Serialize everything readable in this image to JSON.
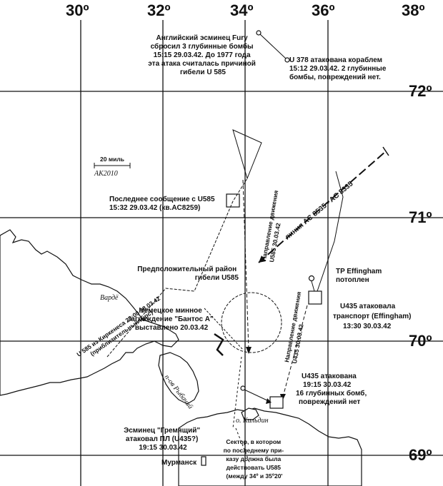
{
  "grid": {
    "longitudes": [
      "30º",
      "32º",
      "34º",
      "36º",
      "38º"
    ],
    "latitudes": [
      "72º",
      "71º",
      "70º",
      "69º"
    ]
  },
  "scale": {
    "label": "20 миль",
    "signature": "АК2010"
  },
  "labels": {
    "fury": [
      "Английский эсминец Fury",
      "сбросил 3 глубинные бомбы",
      "15:15 29.03.42. До 1977 года",
      "эта атака считалась причиной",
      "гибели U 585"
    ],
    "u378": [
      "U 378 атакована кораблем",
      "15:12 29.03.42. 2 глубинные",
      "бомбы, повреждений нет."
    ],
    "last_message": [
      "Последнее сообщение с U585",
      "15:32 29.03.42 (кв.AC8259)"
    ],
    "line_ac": "линия AC 8535 - AC 8335",
    "presumed_area": [
      "Предположительный район",
      "гибели U585"
    ],
    "effingham_sunk": [
      "TP Effingham",
      "потоплен"
    ],
    "u585_direction": [
      "Направление движения",
      "U585 30.03.42"
    ],
    "u435_direction": [
      "Направление движения",
      "U435 30.03.42"
    ],
    "u435_attacked": [
      "U435 атаковала",
      "транспорт (Effingham)",
      "13:30 30.03.42"
    ],
    "minefield": [
      "Немецкое минное",
      "заграждение \"Бантос А\"",
      "выставлено 20.03.42"
    ],
    "u585_course": [
      "U 585 из Киркенеса 23:00 28.03.42",
      "(приблизительный курс)"
    ],
    "vardo": "Вардё",
    "rybachy": "п-ов Рыбачий",
    "kildin": "о. Кильдин",
    "u435_attacked2": [
      "U435 атакована",
      "19:15 30.03.42",
      "16 глубинных бомб,",
      "повреждений нет"
    ],
    "gremyashchy": [
      "Эсминец \"Гремящий\"",
      "атаковал ПЛ (U435?)",
      "19:15 30.03.42"
    ],
    "sector": [
      "Сектор, в котором",
      "по последнему при-",
      "казу должна была",
      "действовать U585",
      "(между 34º и 35º20'"
    ],
    "murmansk": "Мурманск"
  }
}
